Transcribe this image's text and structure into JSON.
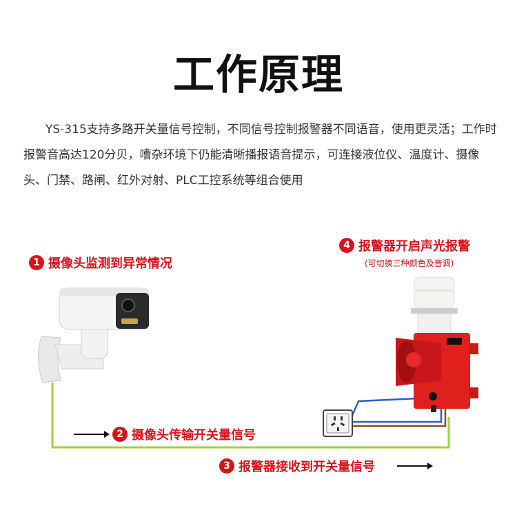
{
  "title": "工作原理",
  "description": "YS-315支持多路开关量信号控制，不同信号控制报警器不同语音，使用更灵活；工作时报警音高达120分贝，嘈杂环境下仍能清晰播报语音提示，可连接液位仪、温度计、摄像头、门禁、路闸、红外对射、PLC工控系统等组合使用",
  "steps": [
    {
      "number": "1",
      "label": "摄像头监测到异常情况"
    },
    {
      "number": "2",
      "label": "摄像头传输开关量信号"
    },
    {
      "number": "3",
      "label": "报警器接收到开关量信号"
    },
    {
      "number": "4",
      "label": "报警器开启声光报警",
      "sublabel": "(可切换三种颜色及音调)"
    }
  ],
  "colors": {
    "accent": "#d8141a",
    "wire_green": "#9bd43a",
    "wire_blue": "#2c5bd6",
    "wire_brown": "#8a4a1a"
  },
  "icons": [
    "camera-icon",
    "alarm-siren-icon",
    "power-socket-icon",
    "arrow-right-icon"
  ]
}
